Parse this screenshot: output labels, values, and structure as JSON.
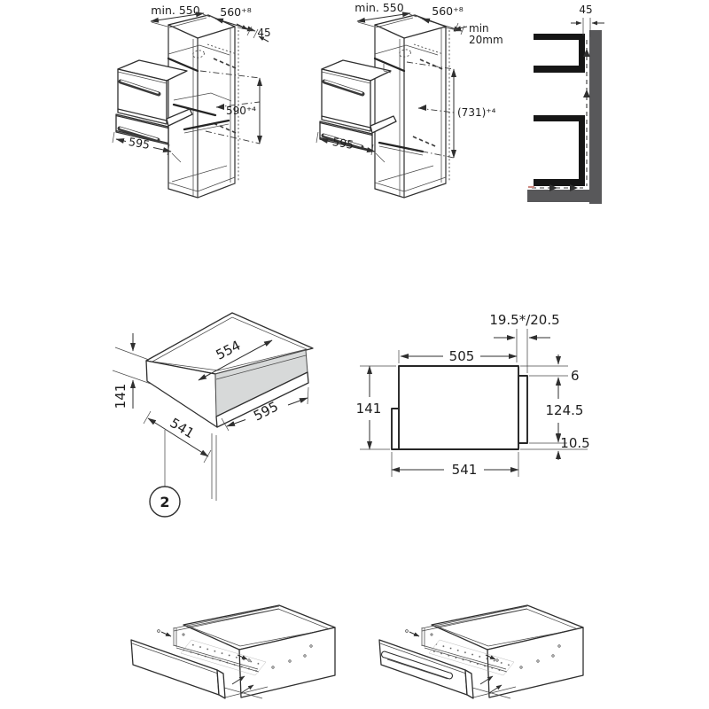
{
  "figures": {
    "niche_590": {
      "min550": "min. 550",
      "width": "560⁺⁸",
      "rear": "45",
      "height": "590⁺⁴",
      "front": "595"
    },
    "niche_731": {
      "min550": "min. 550",
      "width": "560⁺⁸",
      "gap_line1": "min",
      "gap_line2": "20mm",
      "height": "(731)⁺⁴",
      "front": "595"
    },
    "vent_section": {
      "gap": "45"
    },
    "drawer_iso": {
      "depth": "554",
      "height": "141",
      "body": "541",
      "front": "595",
      "callout": "2"
    },
    "drawer_profile": {
      "offset": "19.5*/20.5",
      "inner": "505",
      "top_gap": "6",
      "height": "141",
      "back": "124.5",
      "bottom_gap": "10.5",
      "body": "541"
    }
  },
  "colors": {
    "background": "#ffffff",
    "line": "#2f2f2f",
    "wall_gray": "#58585a",
    "channel_black": "#161616",
    "front_panel_gray": "#d7d9d9",
    "accent_red": "#cc8880"
  }
}
